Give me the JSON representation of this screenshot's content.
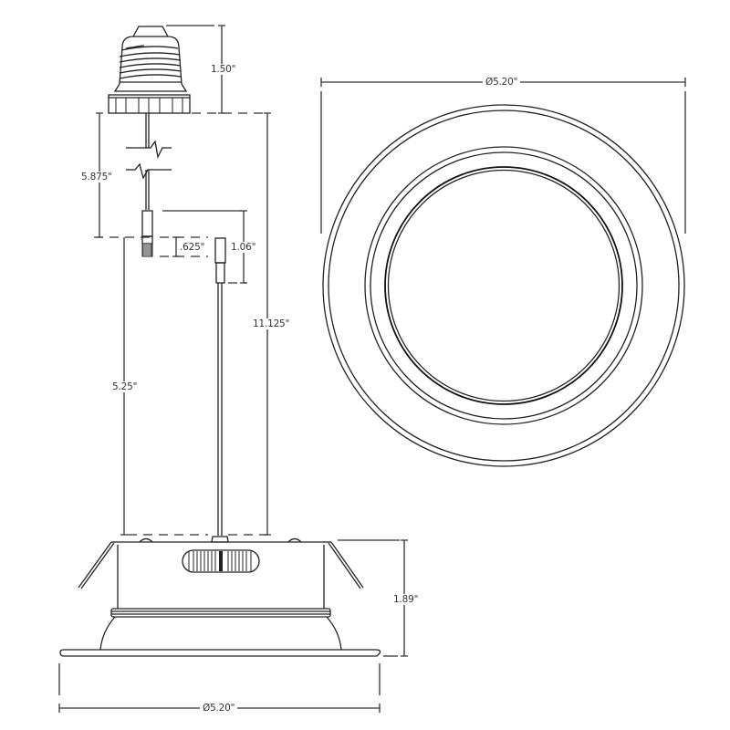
{
  "drawing": {
    "subject": "Recessed downlight retrofit with E26 screw-in adapter",
    "line_color": "#222222",
    "background": "#ffffff"
  },
  "dimensions": {
    "adapter_height": "1.50\"",
    "lead_length": "5.875\"",
    "connector_plug_length": ".625\"",
    "connector_socket_length": "1.06\"",
    "housing_lead_length": "5.25\"",
    "overall_length": "11.125\"",
    "trim_diameter_top_view": "Ø5.20\"",
    "housing_height": "1.89\"",
    "trim_diameter_side_view": "Ø5.20\""
  },
  "views": [
    {
      "name": "side-view",
      "parts": [
        "screw-base-adapter",
        "lead-wire",
        "quick-connector",
        "housing",
        "torsion-springs",
        "trim-flange"
      ]
    },
    {
      "name": "front-view",
      "parts": [
        "outer-trim-ring",
        "middle-ring",
        "lens"
      ]
    }
  ]
}
